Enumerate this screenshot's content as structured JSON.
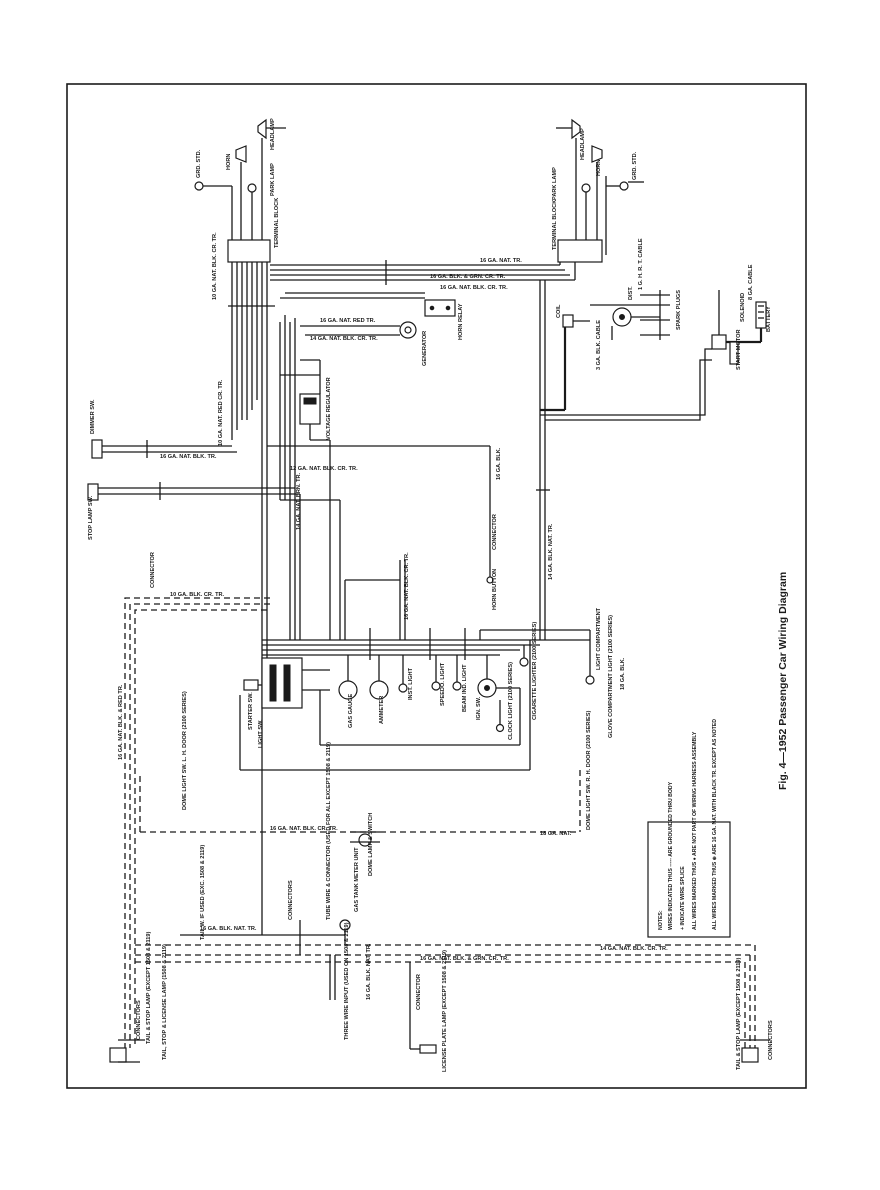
{
  "figure": {
    "caption": "Fig. 4—1952 Passenger Car Wiring Diagram"
  },
  "components": {
    "headlamp_left": "HEADLAMP",
    "horn_left": "HORN",
    "park_lamp_left": "PARK LAMP",
    "grd_std_left": "GRD. STD.",
    "terminal_block_left": "TERMINAL BLOCK",
    "headlamp_right": "HEADLAMP",
    "horn_right": "HORN",
    "park_lamp_right": "PARK LAMP",
    "grd_std_right": "GRD. STD.",
    "terminal_block_right": "TERMINAL BLOCK",
    "horn_relay": "HORN RELAY",
    "generator": "GENERATOR",
    "voltage_regulator": "VOLTAGE REGULATOR",
    "coil": "COIL",
    "dist": "DIST.",
    "spark_plugs": "SPARK PLUGS",
    "solenoid": "SOLENOID",
    "battery": "BATTERY",
    "start_motor": "START MOTOR",
    "dimmer_sw": "DIMMER SW.",
    "stop_lamp_sw": "STOP LAMP SW.",
    "connector_top": "CONNECTOR",
    "connector_mid": "CONNECTOR",
    "horn_button": "HORN BUTTON",
    "starter_sw": "STARTER SW.",
    "light_sw": "LIGHT SW.",
    "gas_gauge": "GAS GAUGE",
    "ammeter": "AMMETER",
    "inst_light": "INST. LIGHT",
    "speedo_light": "SPEEDO. LIGHT",
    "beam_ind_light": "BEAM IND. LIGHT",
    "ign_sw": "IGN. SW.",
    "cigarette_lighter": "CIGARETTE LIGHTER (2100 SERIES)",
    "clock_light": "CLOCK LIGHT (2100 SERIES)",
    "glove_compartment_light": "GLOVE COMPARTMENT LIGHT (2100 SERIES)",
    "light_compartment": "LIGHT COMPARTMENT",
    "dome_light_sw_left": "DOME LIGHT SW. L. H. DOOR (2100 SERIES)",
    "dome_light_sw_right": "DOME LIGHT SW. R. H. DOOR (2100 SERIES)",
    "dome_lamp_switch": "DOME LAMP & SWITCH",
    "gas_tank_meter_unit": "GAS TANK METER UNIT",
    "connectors_low": "CONNECTORS",
    "tail_stop_left": "TAIL & STOP LAMP (EXCEPT 1508 & 2119)",
    "tail_stop_left2": "TAIL, STOP & LICENSE LAMP (1508 & 2119)",
    "tail_stop_right": "TAIL & STOP LAMP (EXCEPT 1508 & 2119)",
    "connectors_left": "CONNECTORS",
    "connectors_right": "CONNECTORS",
    "license_lamp": "LICENSE PLATE LAMP (EXCEPT 1508 & 2119)",
    "connector_lp": "CONNECTOR",
    "tail_w": "TAIL W. IF USED (EXC. 1508 & 2119)",
    "three_wire_input": "THREE WIRE INPUT (USED ON 1508 & 2119)",
    "tube_wire": "TUBE WIRE & CONNECTOR (USED FOR ALL EXCEPT 1508 & 2119)"
  },
  "wires": {
    "w1": "16 GA. NAT. TR.",
    "w2": "16 GA. BLK. & GRN. CR. TR.",
    "w3": "16 GA. NAT. BLK. CR. TR.",
    "w4": "16 GA. NAT. RED TR.",
    "w5": "14 GA. NAT. BLK. CR. TR.",
    "w6": "10 GA. NAT. BLK. CR. TR.",
    "w7": "10 GA. NAT. RED CR. TR.",
    "w8": "16 GA. NAT. BLK. TR.",
    "w9": "12 GA. NAT. BLK. CR. TR.",
    "w10": "14 GA. NAT. BRN. TR.",
    "w11": "16 GA. BLK.",
    "w12": "18 GA. NAT.",
    "w13": "10 GA. BLK. CR. TR.",
    "w14": "16 GA. NAT. BLK. CR. TR.",
    "w15": "8 GA. CABLE",
    "w16": "3 GA. BLK. CABLE",
    "w17": "1 G. H. R. T. CABLE",
    "w18": "14 GA. BLK. NAT. TR.",
    "w19": "16 GA. NAT. BLK. & RED TR.",
    "w20": "14 GA. NAT. BLK. CR. TR.",
    "w21": "16 GA. NAT. BLK. & GRN. CR. TR.",
    "w22": "16 GA. BLK. NAT. TR.",
    "w23": "16 GA. BLK. NAT. TR.",
    "w24": "18 GA. BLK.",
    "w25": "16 GA. NAT. BLK. CR. TR."
  },
  "notes": {
    "title": "NOTES:",
    "n1": "WIRES INDICATED THUS ----- ARE GROUNDED THRU BODY",
    "n2": "+ INDICATE WIRE SPLICE",
    "n3": "ALL WIRES MARKED THUS ● ARE NOT PART OF WIRING HARNESS ASSEMBLY",
    "n4": "ALL WIRES MARKED THUS ⊕ ARE 16 GA. NAT. WITH BLACK TR. EXCEPT AS NOTED"
  }
}
